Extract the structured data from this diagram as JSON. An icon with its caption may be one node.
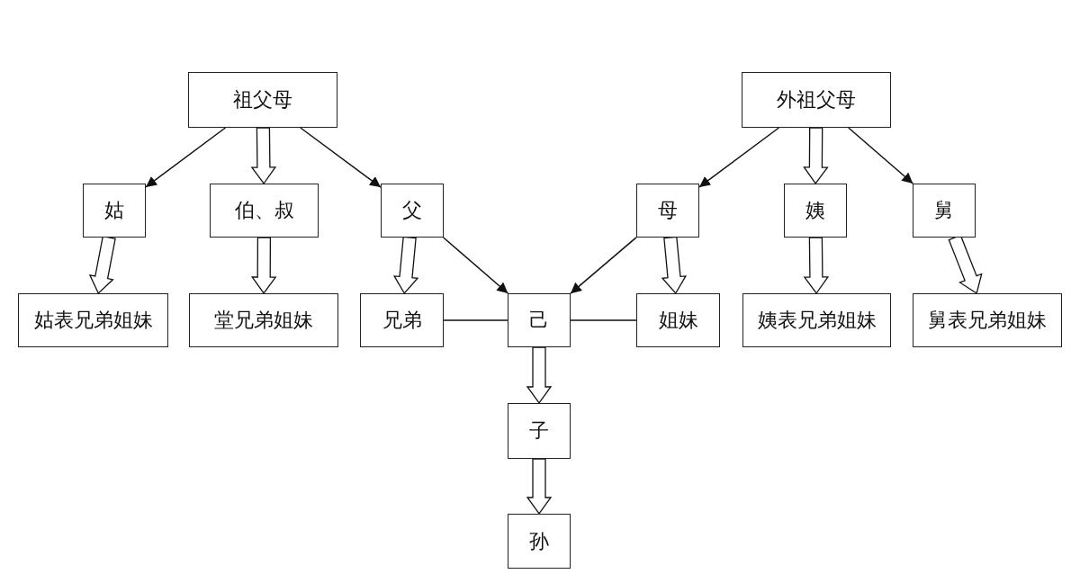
{
  "diagram": {
    "nodes": [
      {
        "text": [
          "祖父母"
        ]
      },
      {
        "text": [
          "外祖父母"
        ]
      },
      {
        "text": [
          "姑"
        ]
      },
      {
        "text": [
          "伯、叔"
        ]
      },
      {
        "text": [
          "父"
        ]
      },
      {
        "text": [
          "母"
        ]
      },
      {
        "text": [
          "姨"
        ]
      },
      {
        "text": [
          "舅"
        ]
      },
      {
        "text": [
          "姑表兄弟姐妹"
        ]
      },
      {
        "text": [
          "堂兄弟姐妹"
        ]
      },
      {
        "text": [
          "兄弟"
        ]
      },
      {
        "text": [
          "己"
        ]
      },
      {
        "text": [
          "姐妹"
        ]
      },
      {
        "text": [
          "姨表兄弟姐妹"
        ]
      },
      {
        "text": [
          "舅表兄弟姐妹"
        ]
      },
      {
        "text": [
          "子"
        ]
      },
      {
        "text": [
          "孙"
        ]
      }
    ],
    "edges": [
      {
        "from": 0,
        "to": 2,
        "arrow": "to"
      },
      {
        "from": 0,
        "to": 3,
        "arrow": "to",
        "style": "thick"
      },
      {
        "from": 0,
        "to": 4,
        "arrow": "to"
      },
      {
        "from": 1,
        "to": 5,
        "arrow": "to"
      },
      {
        "from": 1,
        "to": 6,
        "arrow": "to",
        "style": "thick"
      },
      {
        "from": 1,
        "to": 7,
        "arrow": "to"
      },
      {
        "from": 2,
        "to": 8,
        "arrow": "to",
        "style": "thick"
      },
      {
        "from": 3,
        "to": 9,
        "arrow": "to",
        "style": "thick"
      },
      {
        "from": 4,
        "to": 10,
        "arrow": "to",
        "style": "thick"
      },
      {
        "from": 4,
        "to": 11,
        "arrow": "to"
      },
      {
        "from": 5,
        "to": 11,
        "arrow": "to"
      },
      {
        "from": 5,
        "to": 12,
        "arrow": "to",
        "style": "thick"
      },
      {
        "from": 6,
        "to": 13,
        "arrow": "to",
        "style": "thick"
      },
      {
        "from": 7,
        "to": 14,
        "arrow": "to",
        "style": "thick"
      },
      {
        "from": 10,
        "to": 11,
        "arrow": "none"
      },
      {
        "from": 11,
        "to": 12,
        "arrow": "none"
      },
      {
        "from": 11,
        "to": 15,
        "arrow": "to",
        "style": "thick"
      },
      {
        "from": 15,
        "to": 16,
        "arrow": "to",
        "style": "thick"
      }
    ]
  }
}
